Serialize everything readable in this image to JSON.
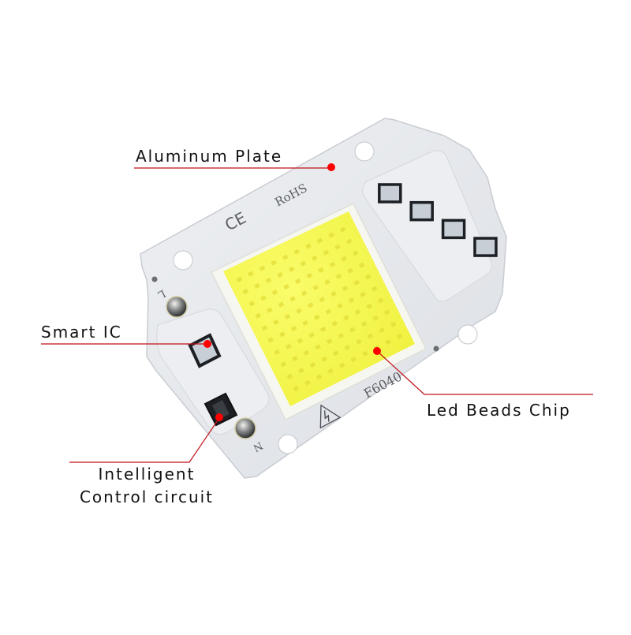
{
  "diagram": {
    "subject": "COB LED chip module",
    "colors": {
      "background": "#ffffff",
      "plate": "#e6e8ec",
      "plate_edge": "#c9ccd2",
      "led_surface": "#f4f24a",
      "led_border": "#f5f5f0",
      "leader_line": "#c0121a",
      "leader_dot": "#ff0000",
      "label_text": "#111111",
      "component_dark": "#1c1f24",
      "component_pad": "#c7ced6"
    },
    "callouts": [
      {
        "id": "aluminum-plate",
        "label": "Aluminum Plate"
      },
      {
        "id": "smart-ic",
        "label": "Smart IC"
      },
      {
        "id": "intelligent-control-circuit",
        "label_line1": "Intelligent",
        "label_line2": "Control circuit"
      },
      {
        "id": "led-beads-chip",
        "label": "Led Beads Chip"
      }
    ],
    "board_markings": {
      "rohs": "RoHS",
      "ce": "CE",
      "model": "F6040",
      "pin_live": "L",
      "pin_neutral": "N",
      "warning_symbol": "high-voltage-warning"
    },
    "led_grid": {
      "rows": 10,
      "cols": 10
    },
    "right_components_count": 4
  }
}
